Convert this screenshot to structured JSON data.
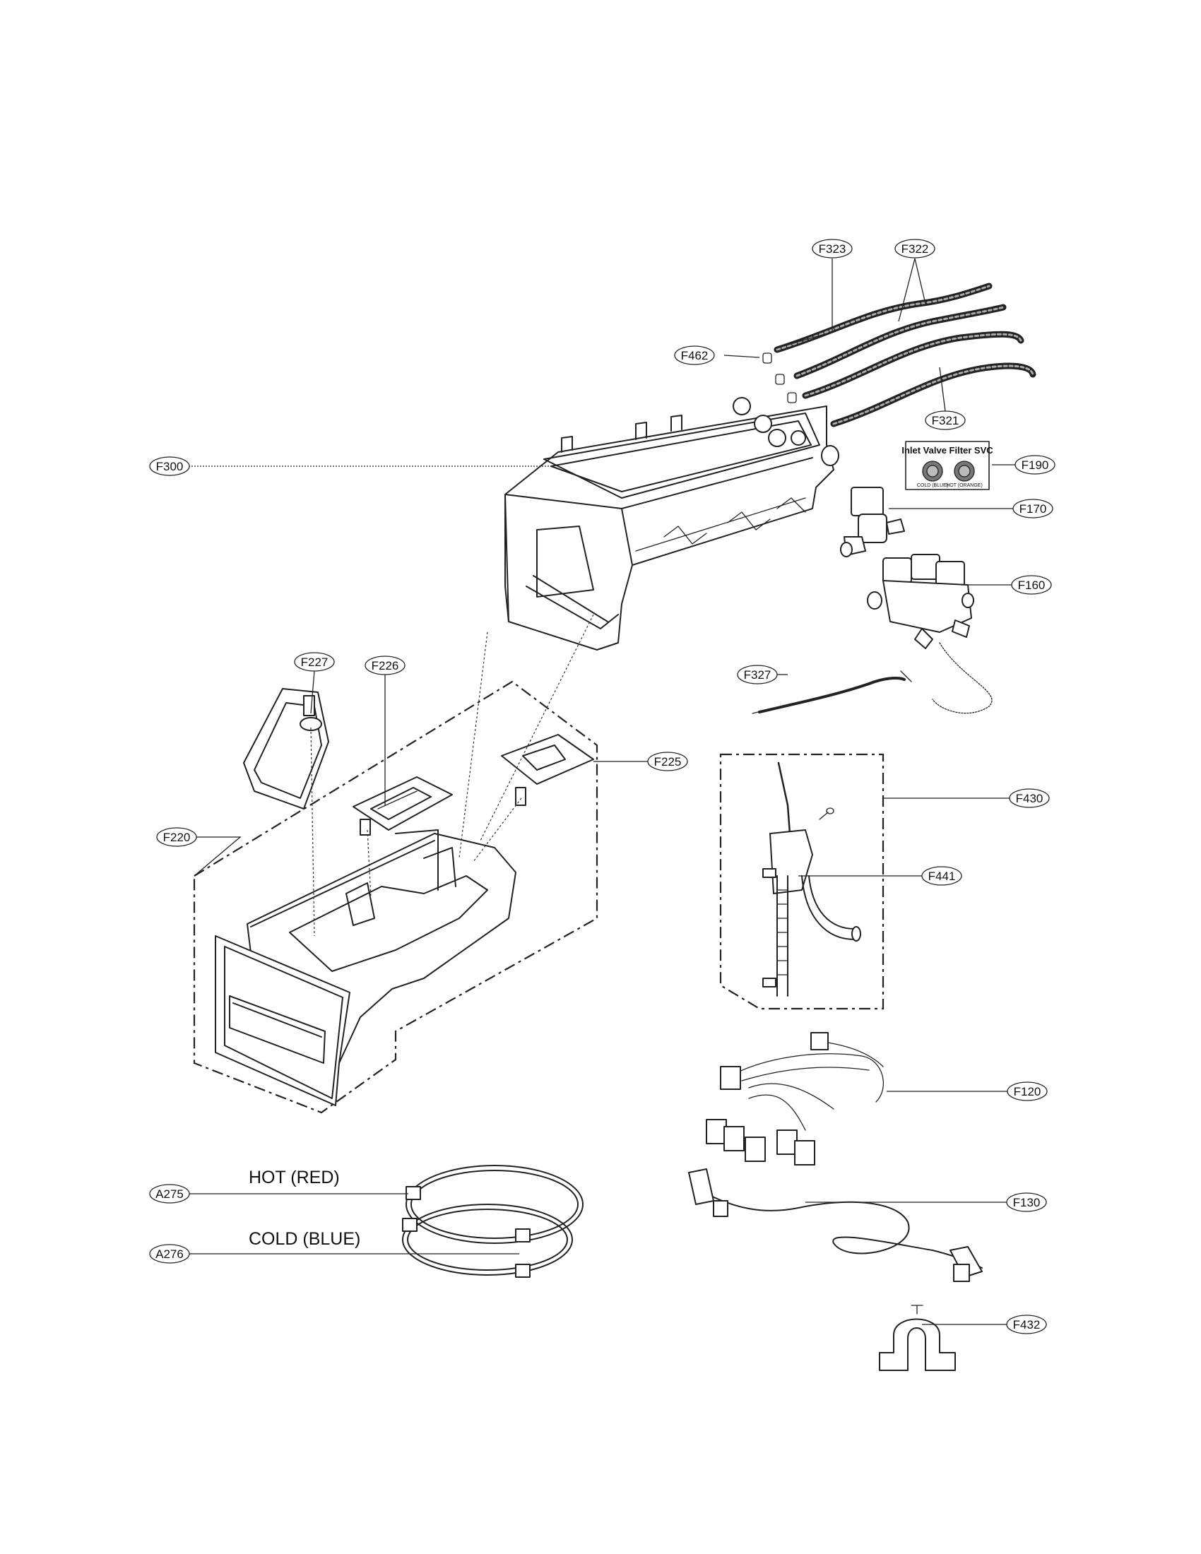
{
  "callouts": {
    "F323": "F323",
    "F322": "F322",
    "F462": "F462",
    "F321": "F321",
    "F300": "F300",
    "F190": "F190",
    "F170": "F170",
    "F160": "F160",
    "F227": "F227",
    "F226": "F226",
    "F327": "F327",
    "F225": "F225",
    "F430": "F430",
    "F220": "F220",
    "F441": "F441",
    "F120": "F120",
    "A275": "A275",
    "F130": "F130",
    "A276": "A276",
    "F432": "F432"
  },
  "labels": {
    "hot": "HOT (RED)",
    "cold": "COLD (BLUE)"
  },
  "filter_box": {
    "title": "Inlet Valve Filter SVC",
    "cold_label": "COLD (BLUE)",
    "hot_label": "HOT (ORANGE)"
  }
}
